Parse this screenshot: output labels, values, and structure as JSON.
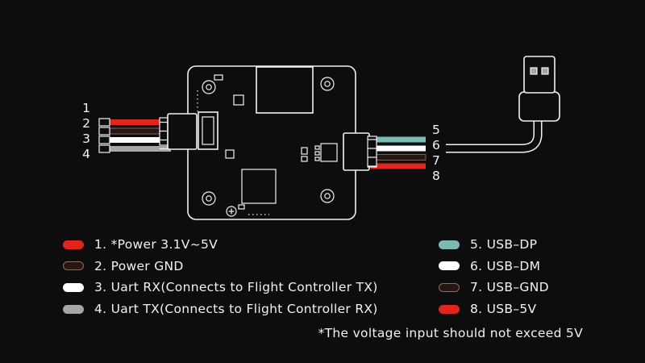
{
  "colors": {
    "bg": "#0d0d0d",
    "line": "#f2f2f2",
    "text": "#f2f2f2",
    "red": "#e0251f",
    "brown": "#271714",
    "brown_border": "#8a6a5d",
    "white": "#ffffff",
    "gray": "#a6a6a6",
    "teal": "#7cb9b4"
  },
  "wires": {
    "left": [
      {
        "num": "1",
        "color": "red"
      },
      {
        "num": "2",
        "color": "brown"
      },
      {
        "num": "3",
        "color": "white"
      },
      {
        "num": "4",
        "color": "gray"
      }
    ],
    "right": [
      {
        "num": "5",
        "color": "teal"
      },
      {
        "num": "6",
        "color": "white"
      },
      {
        "num": "7",
        "color": "brown"
      },
      {
        "num": "8",
        "color": "red"
      }
    ]
  },
  "legend": {
    "left": [
      {
        "label": "1. *Power 3.1V~5V",
        "color": "red"
      },
      {
        "label": "2. Power GND",
        "color": "brown"
      },
      {
        "label": "3. Uart RX(Connects to Flight Controller TX)",
        "color": "white"
      },
      {
        "label": "4. Uart TX(Connects to Flight Controller RX)",
        "color": "gray"
      }
    ],
    "right": [
      {
        "label": "5. USB–DP",
        "color": "teal"
      },
      {
        "label": "6. USB–DM",
        "color": "white"
      },
      {
        "label": "7. USB–GND",
        "color": "brown"
      },
      {
        "label": "8. USB–5V",
        "color": "red"
      }
    ]
  },
  "footnote": "*The voltage input should not exceed 5V"
}
